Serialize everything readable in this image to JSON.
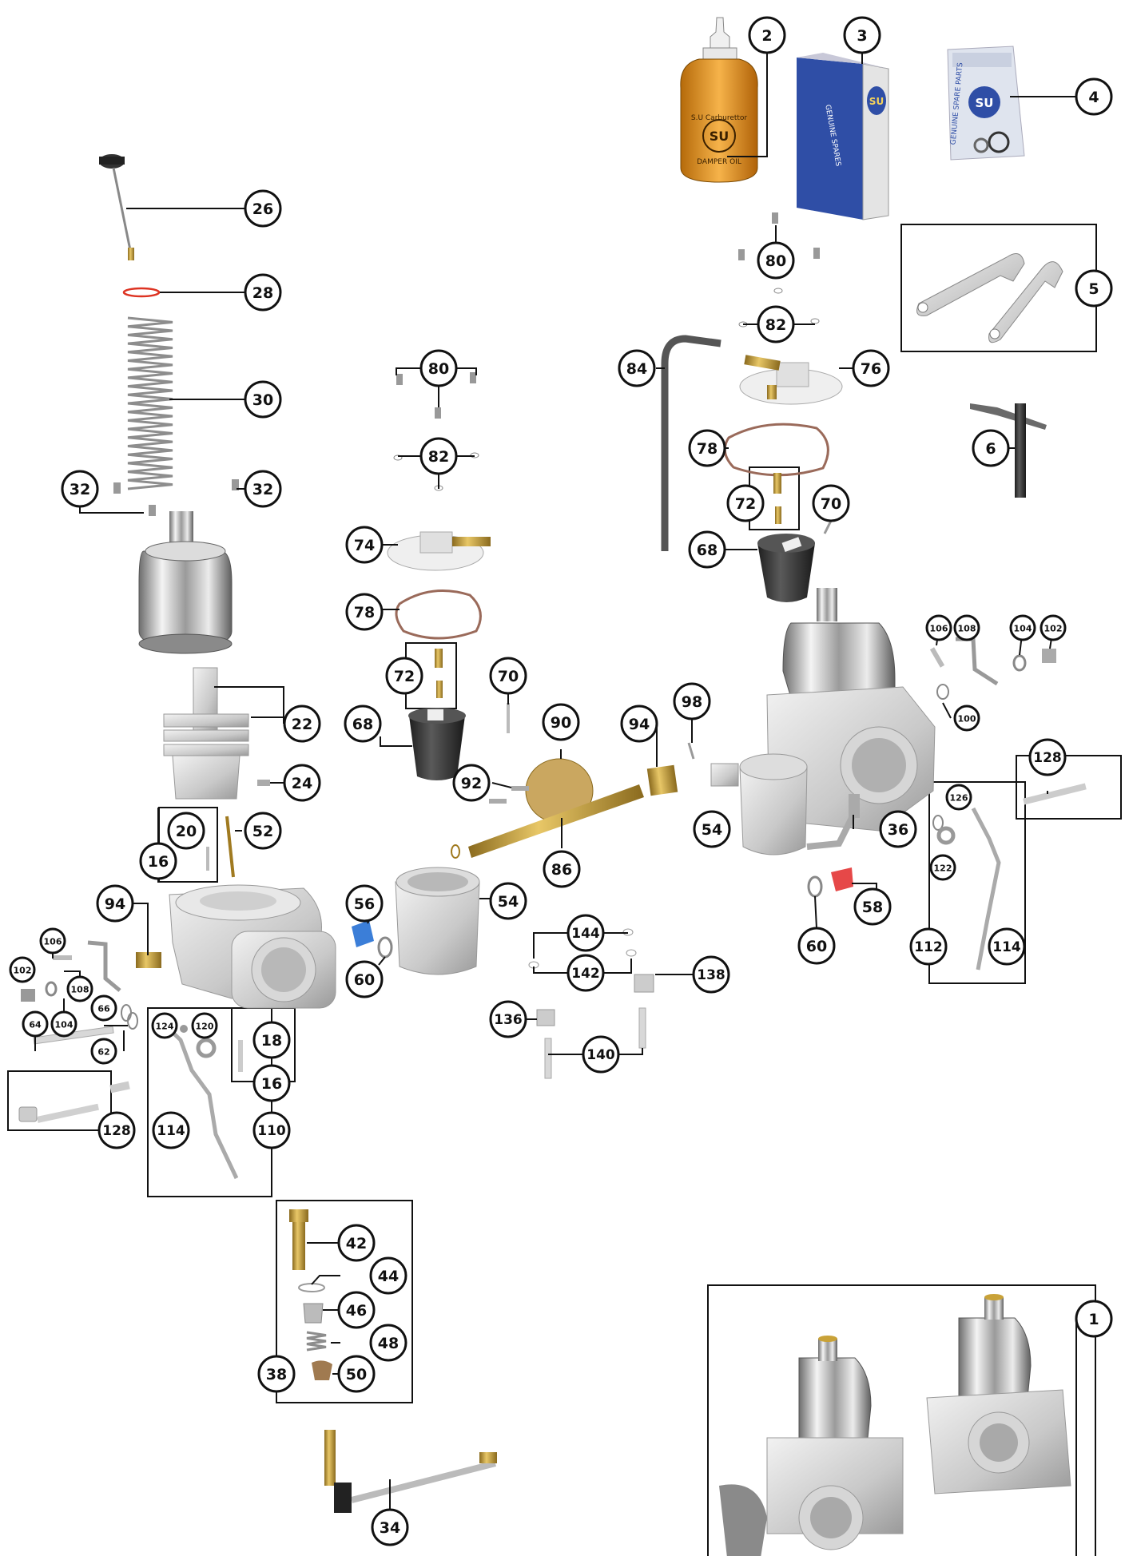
{
  "labels": {
    "bottle": "S.U Carburettor",
    "bottle_logo": "SU",
    "bottle_damper": "DAMPER OIL",
    "box_logo": "SU",
    "box_side": "GENUINE SPARES",
    "bag_logo": "SU",
    "bag_text": "GENUINE SPARE PARTS"
  },
  "callouts": [
    {
      "id": "c2",
      "text": "2"
    },
    {
      "id": "c3",
      "text": "3"
    },
    {
      "id": "c4",
      "text": "4"
    },
    {
      "id": "c5",
      "text": "5"
    },
    {
      "id": "c6",
      "text": "6"
    },
    {
      "id": "c26",
      "text": "26"
    },
    {
      "id": "c28",
      "text": "28"
    },
    {
      "id": "c30",
      "text": "30"
    },
    {
      "id": "c32a",
      "text": "32"
    },
    {
      "id": "c32b",
      "text": "32"
    },
    {
      "id": "c22",
      "text": "22"
    },
    {
      "id": "c24",
      "text": "24"
    },
    {
      "id": "c20",
      "text": "20"
    },
    {
      "id": "c16a",
      "text": "16"
    },
    {
      "id": "c52",
      "text": "52"
    },
    {
      "id": "c94a",
      "text": "94"
    },
    {
      "id": "c106a",
      "text": "106"
    },
    {
      "id": "c102a",
      "text": "102"
    },
    {
      "id": "c108a",
      "text": "108"
    },
    {
      "id": "c104a",
      "text": "104"
    },
    {
      "id": "c64",
      "text": "64"
    },
    {
      "id": "c66",
      "text": "66"
    },
    {
      "id": "c62",
      "text": "62"
    },
    {
      "id": "c128a",
      "text": "128"
    },
    {
      "id": "c124",
      "text": "124"
    },
    {
      "id": "c120",
      "text": "120"
    },
    {
      "id": "c18",
      "text": "18"
    },
    {
      "id": "c16b",
      "text": "16"
    },
    {
      "id": "c114a",
      "text": "114"
    },
    {
      "id": "c110",
      "text": "110"
    },
    {
      "id": "c80a",
      "text": "80"
    },
    {
      "id": "c82a",
      "text": "82"
    },
    {
      "id": "c74",
      "text": "74"
    },
    {
      "id": "c78a",
      "text": "78"
    },
    {
      "id": "c72a",
      "text": "72"
    },
    {
      "id": "c70a",
      "text": "70"
    },
    {
      "id": "c68a",
      "text": "68"
    },
    {
      "id": "c90",
      "text": "90"
    },
    {
      "id": "c92",
      "text": "92"
    },
    {
      "id": "c94b",
      "text": "94"
    },
    {
      "id": "c98",
      "text": "98"
    },
    {
      "id": "c86",
      "text": "86"
    },
    {
      "id": "c56",
      "text": "56"
    },
    {
      "id": "c54a",
      "text": "54"
    },
    {
      "id": "c60a",
      "text": "60"
    },
    {
      "id": "c144",
      "text": "144"
    },
    {
      "id": "c142",
      "text": "142"
    },
    {
      "id": "c138",
      "text": "138"
    },
    {
      "id": "c136",
      "text": "136"
    },
    {
      "id": "c140",
      "text": "140"
    },
    {
      "id": "c80b",
      "text": "80"
    },
    {
      "id": "c82b",
      "text": "82"
    },
    {
      "id": "c84",
      "text": "84"
    },
    {
      "id": "c76",
      "text": "76"
    },
    {
      "id": "c78b",
      "text": "78"
    },
    {
      "id": "c72b",
      "text": "72"
    },
    {
      "id": "c70b",
      "text": "70"
    },
    {
      "id": "c68b",
      "text": "68"
    },
    {
      "id": "c106b",
      "text": "106"
    },
    {
      "id": "c108b",
      "text": "108"
    },
    {
      "id": "c104b",
      "text": "104"
    },
    {
      "id": "c102b",
      "text": "102"
    },
    {
      "id": "c100",
      "text": "100"
    },
    {
      "id": "c128b",
      "text": "128"
    },
    {
      "id": "c126",
      "text": "126"
    },
    {
      "id": "c122",
      "text": "122"
    },
    {
      "id": "c54b",
      "text": "54"
    },
    {
      "id": "c36",
      "text": "36"
    },
    {
      "id": "c58",
      "text": "58"
    },
    {
      "id": "c60b",
      "text": "60"
    },
    {
      "id": "c112",
      "text": "112"
    },
    {
      "id": "c114b",
      "text": "114"
    },
    {
      "id": "c42",
      "text": "42"
    },
    {
      "id": "c44",
      "text": "44"
    },
    {
      "id": "c46",
      "text": "46"
    },
    {
      "id": "c48",
      "text": "48"
    },
    {
      "id": "c38",
      "text": "38"
    },
    {
      "id": "c50",
      "text": "50"
    },
    {
      "id": "c34",
      "text": "34"
    },
    {
      "id": "c1",
      "text": "1"
    }
  ]
}
